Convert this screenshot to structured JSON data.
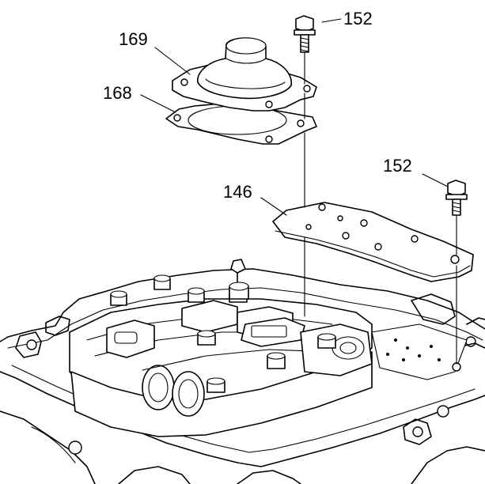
{
  "callouts": {
    "top_bolt": "152",
    "accumulator_cover": "169",
    "cover_gasket": "168",
    "spacer_plate": "146",
    "right_bolt": "152"
  }
}
